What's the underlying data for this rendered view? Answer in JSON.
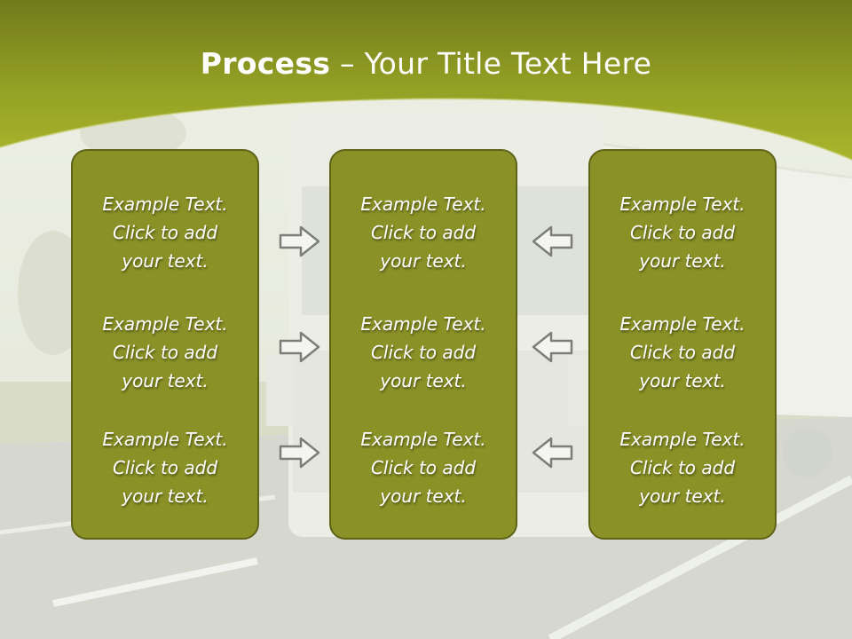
{
  "slide": {
    "title_bold": "Process",
    "title_rest": " – Your Title Text Here",
    "colors": {
      "header": "#9aa527",
      "panel": "#8a9126",
      "panel_border": "#5e6318"
    },
    "columns": [
      {
        "items": [
          {
            "line1": "Example Text.",
            "line2": "Click  to add",
            "line3": "your text."
          },
          {
            "line1": "Example Text.",
            "line2": "Click  to add",
            "line3": "your text."
          },
          {
            "line1": "Example Text.",
            "line2": "Click  to add",
            "line3": "your text."
          }
        ]
      },
      {
        "items": [
          {
            "line1": "Example Text.",
            "line2": "Click  to add",
            "line3": "your text."
          },
          {
            "line1": "Example Text.",
            "line2": "Click  to add",
            "line3": "your text."
          },
          {
            "line1": "Example Text.",
            "line2": "Click  to add",
            "line3": "your text."
          }
        ]
      },
      {
        "items": [
          {
            "line1": "Example Text.",
            "line2": "Click  to add",
            "line3": "your text."
          },
          {
            "line1": "Example Text.",
            "line2": "Click  to add",
            "line3": "your text."
          },
          {
            "line1": "Example Text.",
            "line2": "Click  to add",
            "line3": "your text."
          }
        ]
      }
    ],
    "arrows": {
      "left_group": [
        "right-arrow-icon",
        "right-arrow-icon",
        "right-arrow-icon"
      ],
      "right_group": [
        "left-arrow-icon",
        "left-arrow-icon",
        "left-arrow-icon"
      ]
    }
  }
}
